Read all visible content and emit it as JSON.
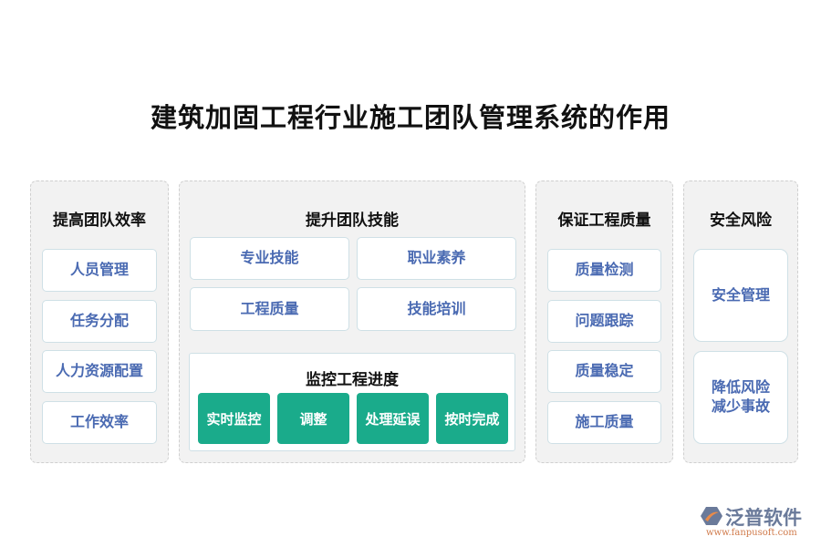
{
  "title": "建筑加固工程行业施工团队管理系统的作用",
  "columns": [
    {
      "header": "提高团队效率",
      "items": [
        "人员管理",
        "任务分配",
        "人力资源配置",
        "工作效率"
      ]
    },
    {
      "header": "提升团队技能",
      "items": [
        "专业技能",
        "职业素养",
        "工程质量",
        "技能培训"
      ],
      "sub": {
        "header": "监控工程进度",
        "items": [
          "实时监控",
          "调整",
          "处理延误",
          "按时完成"
        ]
      }
    },
    {
      "header": "保证工程质量",
      "items": [
        "质量检测",
        "问题跟踪",
        "质量稳定",
        "施工质量"
      ]
    },
    {
      "header": "安全风险",
      "items": [
        "安全管理",
        "降低风险\n减少事故"
      ]
    }
  ],
  "logo": {
    "name": "泛普软件",
    "url": "www.fanpusoft.com"
  },
  "colors": {
    "item_text": "#4a6ab2",
    "green": "#1aab8b"
  }
}
